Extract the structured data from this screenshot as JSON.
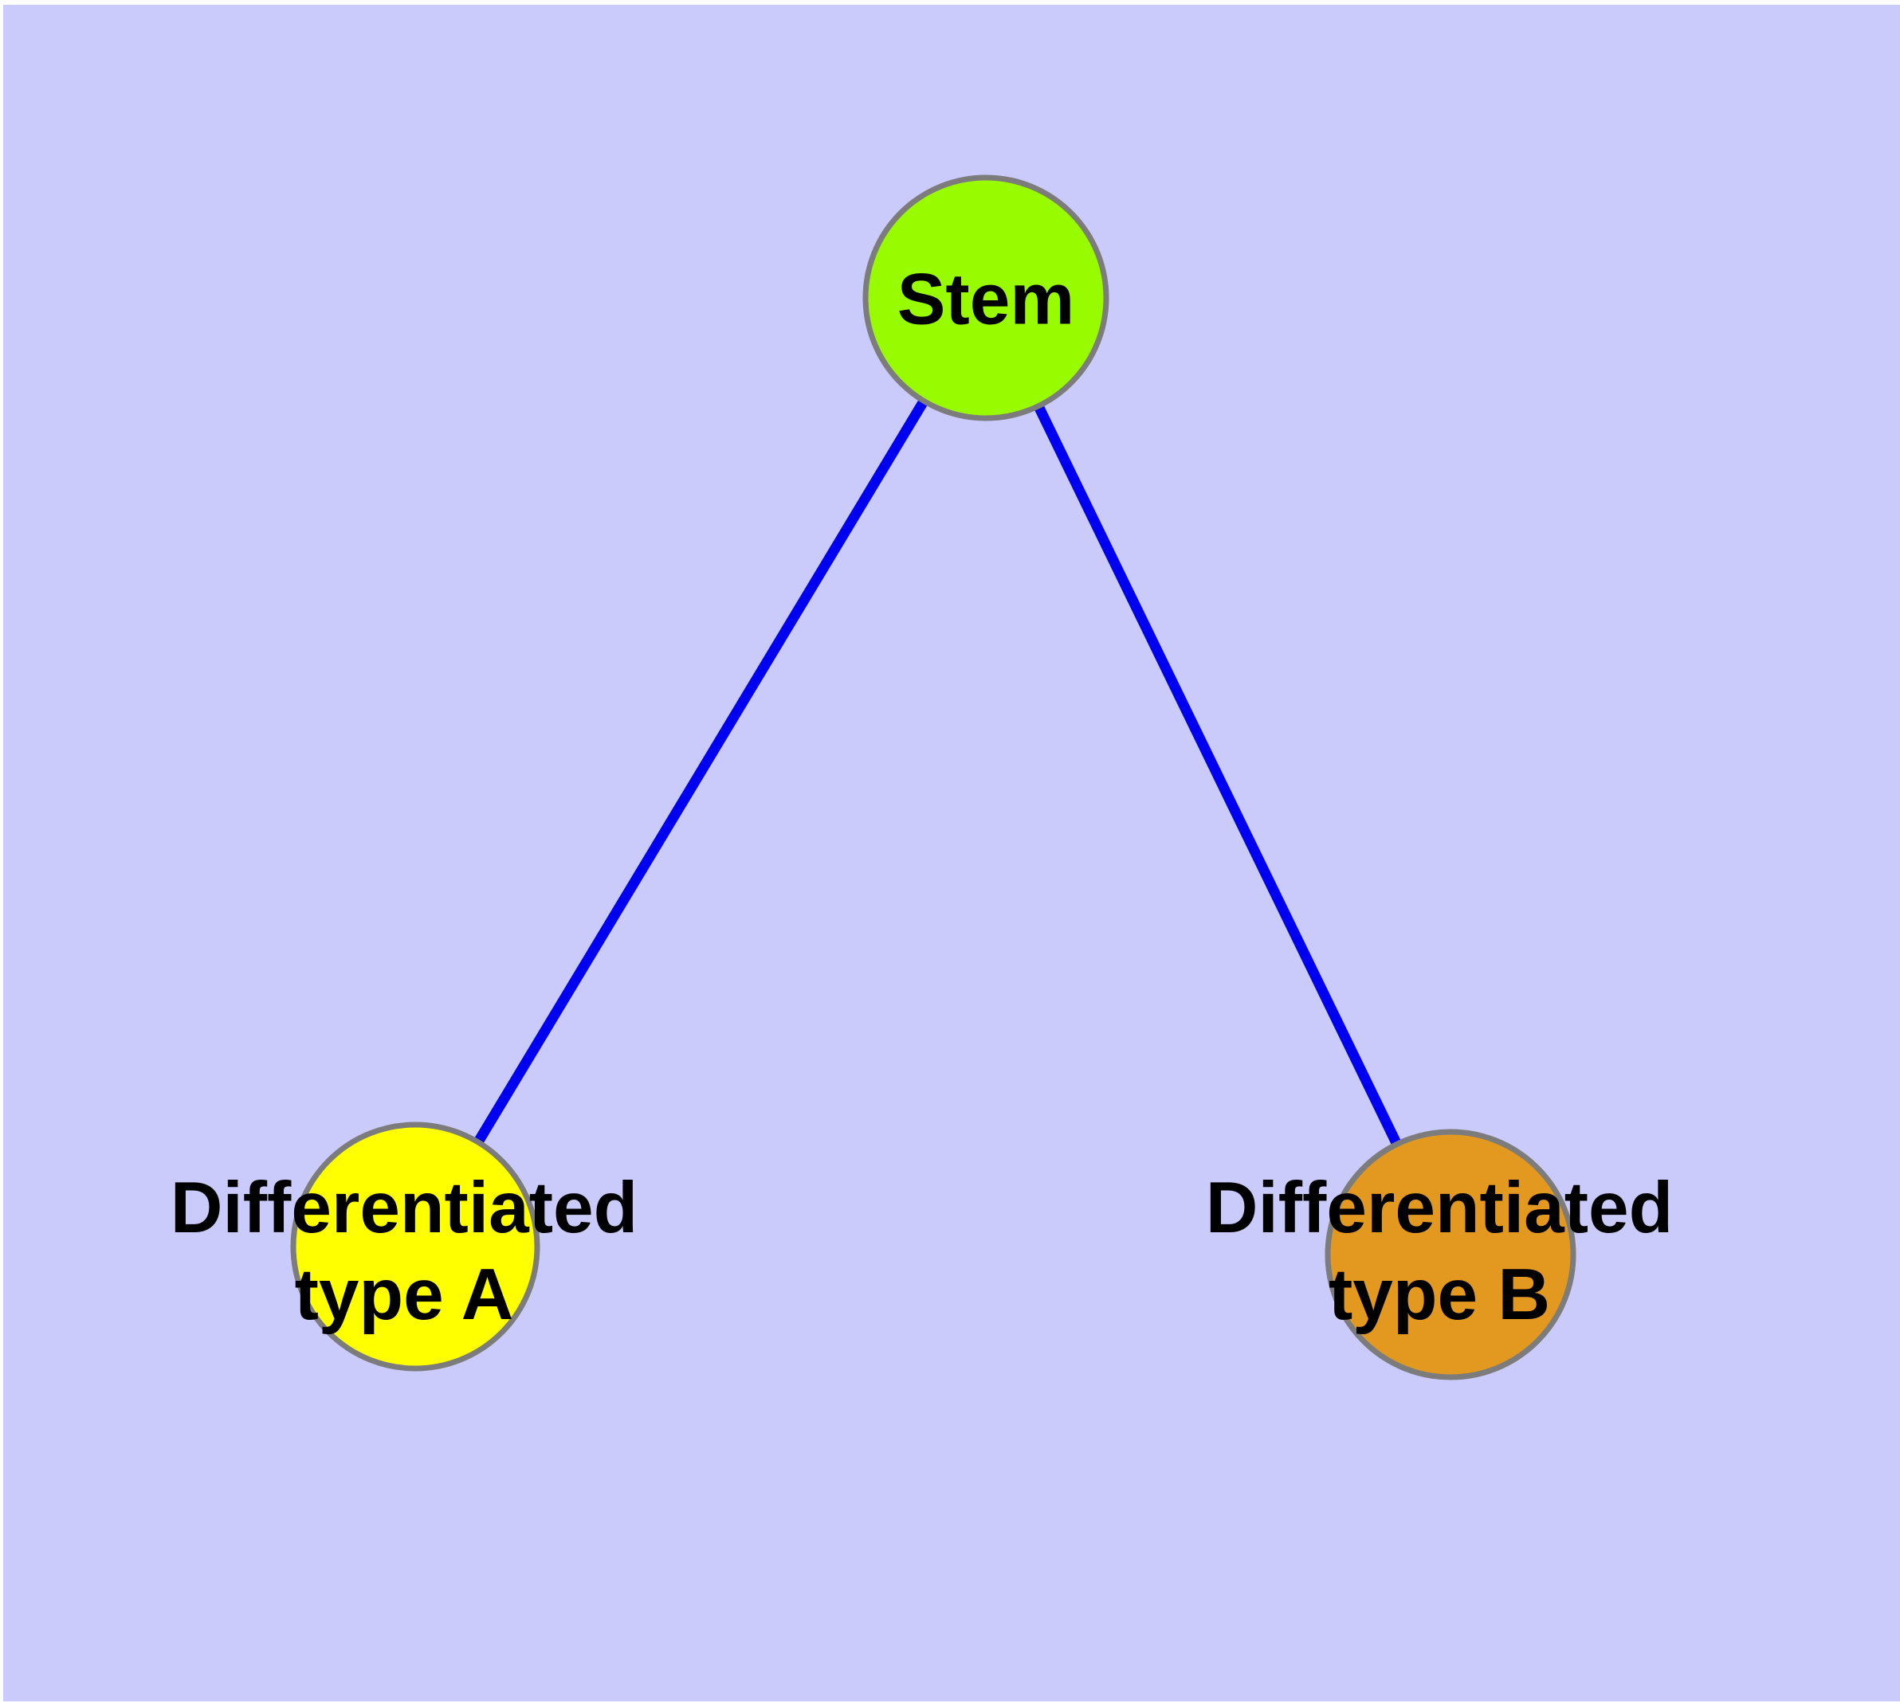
{
  "diagram": {
    "type": "graph",
    "background_color": "#CACAFB",
    "page_border_color": "#FFFFFF",
    "text_color": "#000000",
    "node_border_color": "#7C7C7C",
    "edge_color": "#0000F0",
    "nodes": [
      {
        "id": "stem",
        "label": "Stem",
        "fill_color": "#99FB00"
      },
      {
        "id": "differentiated-type-a",
        "label_line1": "Differentiated",
        "label_line2": "type A",
        "fill_color": "#FFFF00"
      },
      {
        "id": "differentiated-type-b",
        "label_line1": "Differentiated",
        "label_line2": "type B",
        "fill_color": "#E3991F"
      }
    ],
    "edges": [
      {
        "from": "stem",
        "to": "differentiated-type-a"
      },
      {
        "from": "stem",
        "to": "differentiated-type-b"
      }
    ]
  }
}
